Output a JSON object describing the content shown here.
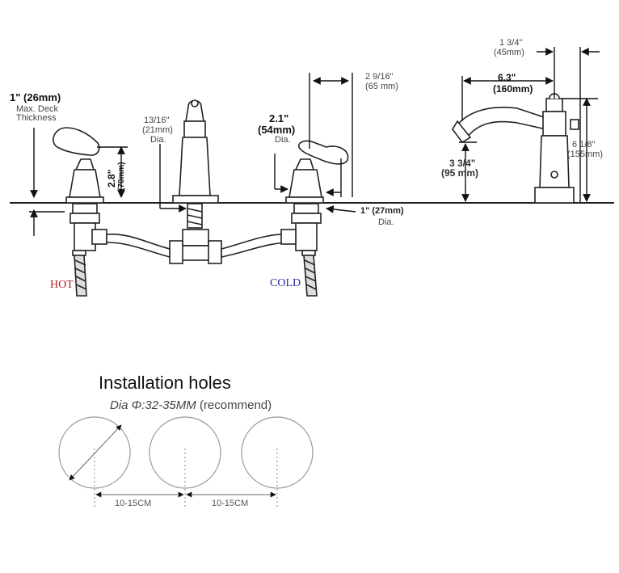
{
  "labels": {
    "deck_thickness": [
      "1\" (26mm)",
      "Max. Deck",
      "Thickness"
    ],
    "spout_dia": [
      "13/16\"",
      "(21mm)",
      "Dia."
    ],
    "handle_height": [
      "2.8\"",
      "(70mm)"
    ],
    "handle_dia": [
      "2.1\"",
      "(54mm)",
      "Dia."
    ],
    "handle_spacing": [
      "2 9/16\"",
      "(65 mm)"
    ],
    "shank_dia": [
      "1\" (27mm)",
      "Dia."
    ],
    "spout_offset": [
      "1 3/4\"",
      "(45mm)"
    ],
    "spout_reach": [
      "6.3\"",
      "(160mm)"
    ],
    "spout_clearance": [
      "3 3/4\"",
      "(95 mm)"
    ],
    "spout_height": [
      "6 1/8\"",
      "(155mm)"
    ],
    "hot": "HOT",
    "cold": "COLD"
  },
  "installation": {
    "title": "Installation holes",
    "dia_prefix": "Dia Φ:32-35MM",
    "dia_suffix": "(recommend)",
    "spacing_left": "10-15CM",
    "spacing_right": "10-15CM"
  }
}
